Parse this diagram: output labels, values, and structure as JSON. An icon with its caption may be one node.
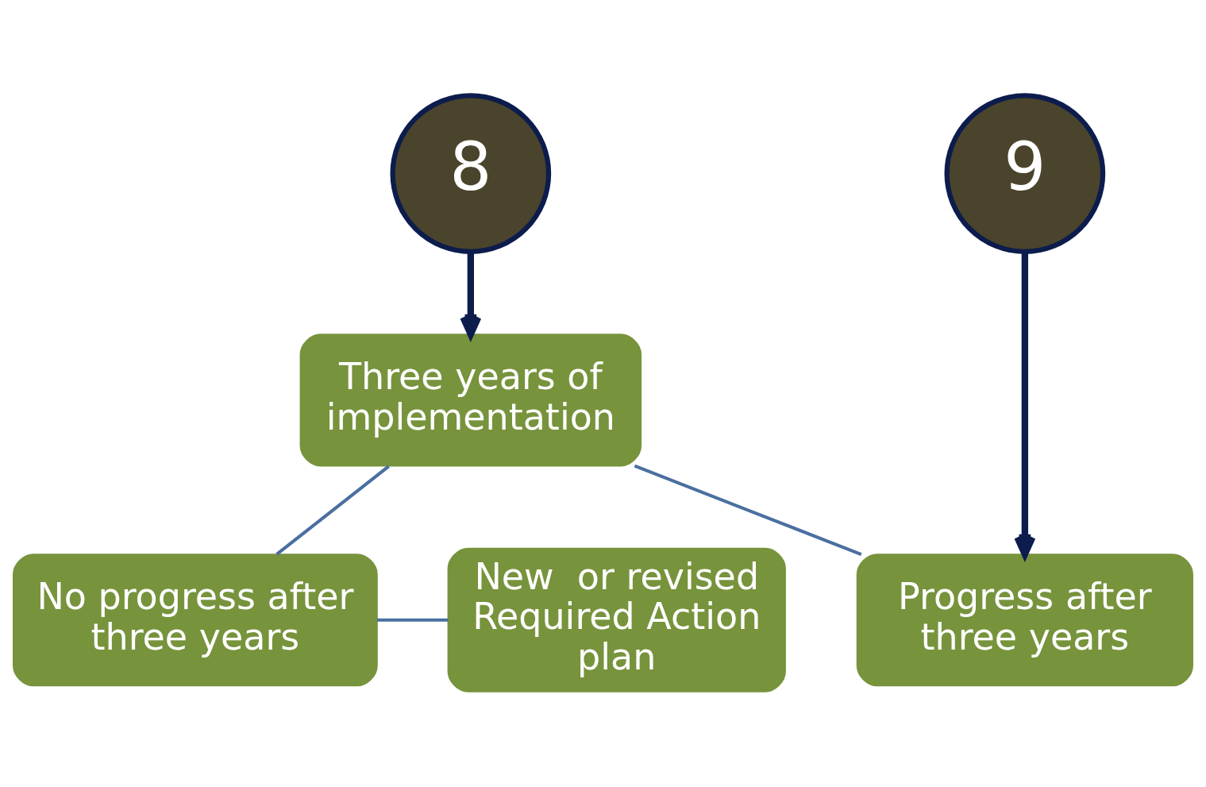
{
  "diagram": {
    "nodes": [
      {
        "text": [
          "8"
        ]
      },
      {
        "text": [
          "9"
        ]
      },
      {
        "text": [
          "Three years of implementation"
        ]
      },
      {
        "text": [
          "Progress after three years"
        ]
      },
      {
        "text": [
          "No progress after three years"
        ]
      },
      {
        "text": [
          "New  or revised Required Action plan"
        ]
      }
    ],
    "edges": [
      {
        "from": 0,
        "to": 2,
        "arrow": "to",
        "style": "thick",
        "color": "#0c1c4c"
      },
      {
        "from": 1,
        "to": 3,
        "arrow": "to",
        "style": "thick",
        "color": "#0c1c4c"
      },
      {
        "from": 2,
        "to": 3,
        "arrow": "none"
      },
      {
        "from": 2,
        "to": 4,
        "arrow": "none"
      },
      {
        "from": 4,
        "to": 5,
        "arrow": "none"
      }
    ]
  }
}
